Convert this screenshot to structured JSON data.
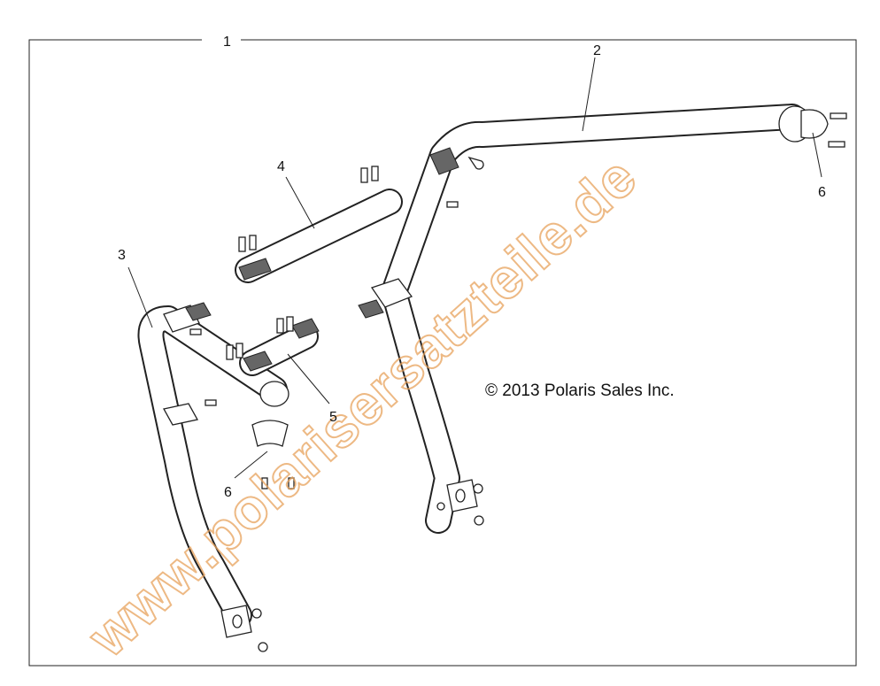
{
  "diagram": {
    "callouts": [
      "1",
      "2",
      "3",
      "4",
      "5",
      "6",
      "6"
    ],
    "copyright": "© 2013 Polaris Sales Inc.",
    "watermark": "www.polarisersatzteile.de",
    "colors": {
      "line": "#222222",
      "watermark": "#e8a25c",
      "background": "#ffffff"
    }
  }
}
